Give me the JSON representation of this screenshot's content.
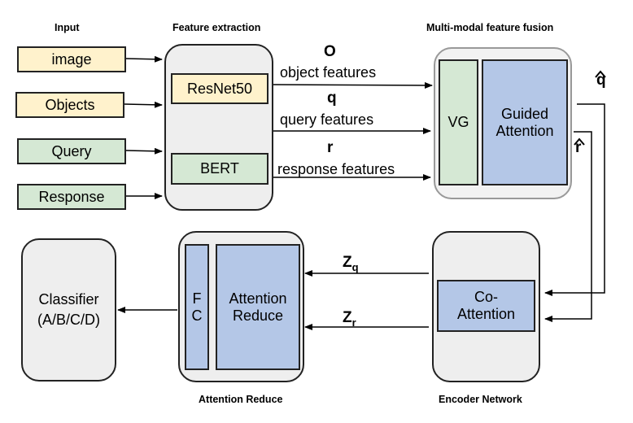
{
  "headers": {
    "input": "Input",
    "feature_extraction": "Feature extraction",
    "fusion": "Multi-modal feature fusion",
    "attention_reduce": "Attention Reduce",
    "encoder": "Encoder Network"
  },
  "inputs": {
    "image": "image",
    "objects": "Objects",
    "query": "Query",
    "response": "Response"
  },
  "extractors": {
    "resnet": "ResNet50",
    "bert": "BERT"
  },
  "features": {
    "o_symbol": "O",
    "o_label": "object features",
    "q_symbol": "q",
    "q_label": "query features",
    "r_symbol": "r",
    "r_label": "response features"
  },
  "fusion": {
    "vg": "VG",
    "guided_line1": "Guided",
    "guided_line2": "Attention",
    "q_hat": "q",
    "r_hat": "r"
  },
  "encoder": {
    "co_line1": "Co-",
    "co_line2": "Attention",
    "zq_main": "Z",
    "zq_sub": "q",
    "zr_main": "Z",
    "zr_sub": "r"
  },
  "reduce": {
    "fc_line1": "F",
    "fc_line2": "C",
    "ar_line1": "Attention",
    "ar_line2": "Reduce"
  },
  "classifier": {
    "line1": "Classifier",
    "line2": "(A/B/C/D)"
  },
  "colors": {
    "input_yellow": "#fff2cc",
    "input_green": "#d5e8d4",
    "attention_blue": "#b4c7e7",
    "panel_gray": "#eeeeee"
  }
}
